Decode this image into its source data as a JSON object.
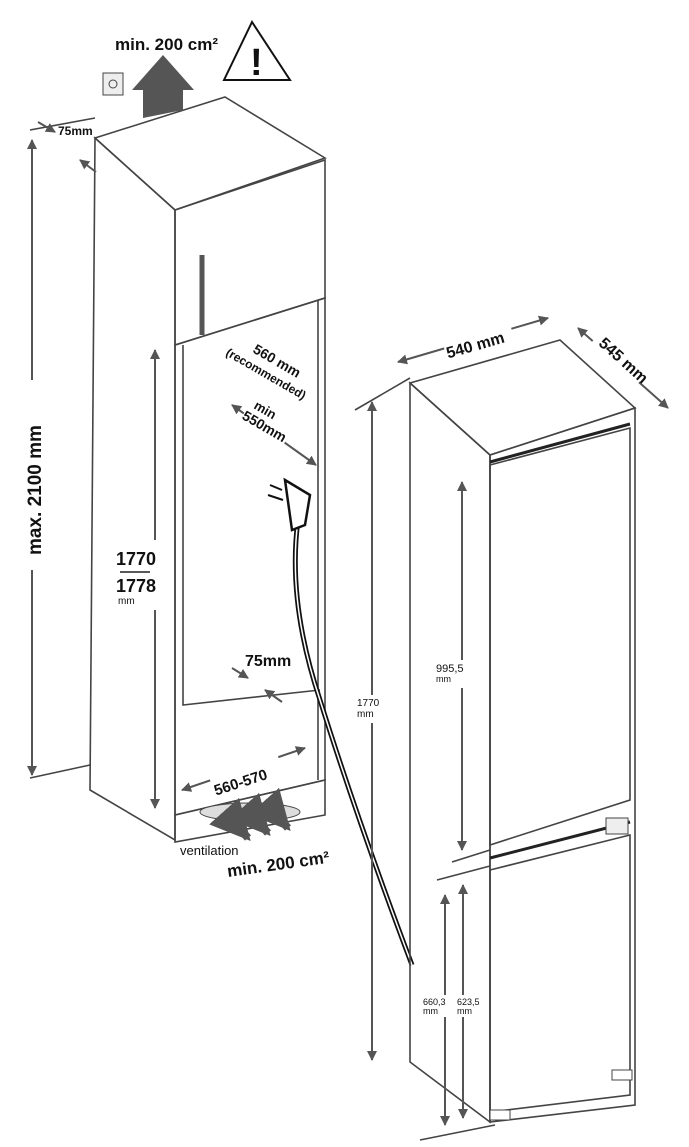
{
  "top_vent": "min. 200 cm²",
  "bottom_vent": "min. 200 cm²",
  "ventilation_label": "ventilation",
  "max_height": "max. 2100 mm",
  "gap_top": "75mm",
  "gap_bottom": "75mm",
  "niche_height": [
    "1770",
    "1778",
    "mm"
  ],
  "niche_depth_recommended": [
    "560 mm",
    "(recommended)"
  ],
  "niche_depth_min": [
    "min",
    "550mm"
  ],
  "niche_width": "560-570",
  "fridge_width": "540 mm",
  "fridge_depth": "545 mm",
  "fridge_height": [
    "1770",
    "mm"
  ],
  "upper_door": [
    "995,5",
    "mm"
  ],
  "lower_door_a": [
    "660,3",
    "mm"
  ],
  "lower_door_b": [
    "623,5",
    "mm"
  ],
  "colors": {
    "panel": "#a9a9a9",
    "line": "#444444",
    "arrow": "#555555"
  }
}
